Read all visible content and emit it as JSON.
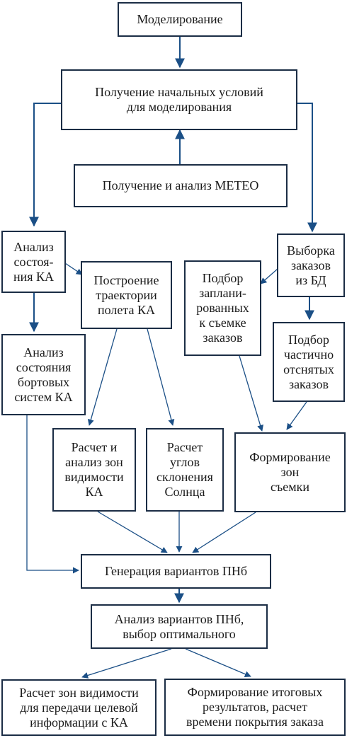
{
  "nodes": {
    "modeling": "Моделирование",
    "initial_conditions": "Получение начальных условий\nдля моделирования",
    "meteo": "Получение и анализ МЕТЕО",
    "ka_state": "Анализ\nсостоя-\nния КА",
    "trajectory": "Построение\nтраектории\nполета КА",
    "selection_db": "Выборка\nзаказов\nиз БД",
    "planned_orders": "Подбор\nзаплани-\nрованных\nк съемке\nзаказов",
    "partial_orders": "Подбор\nчастично\nотснятых\nзаказов",
    "onboard_systems": "Анализ\nсостояния\nбортовых\nсистем КА",
    "visibility_zones": "Расчет и\nанализ зон\nвидимости\nКА",
    "sun_angles": "Расчет\nуглов\nсклонения\nСолнца",
    "survey_zones": "Формирование\nзон\nсъемки",
    "generation": "Генерация вариантов ПНб",
    "analysis_choice": "Анализ вариантов ПНб,\nвыбор оптимального",
    "transfer_zones": "Расчет зон видимости\nдля передачи целевой\nинформации с КА",
    "final_results": "Формирование итоговых\nрезультатов, расчет\nвремени покрытия заказа"
  },
  "colors": {
    "box_border": "#1b2d45",
    "arrow": "#1b4f86"
  }
}
